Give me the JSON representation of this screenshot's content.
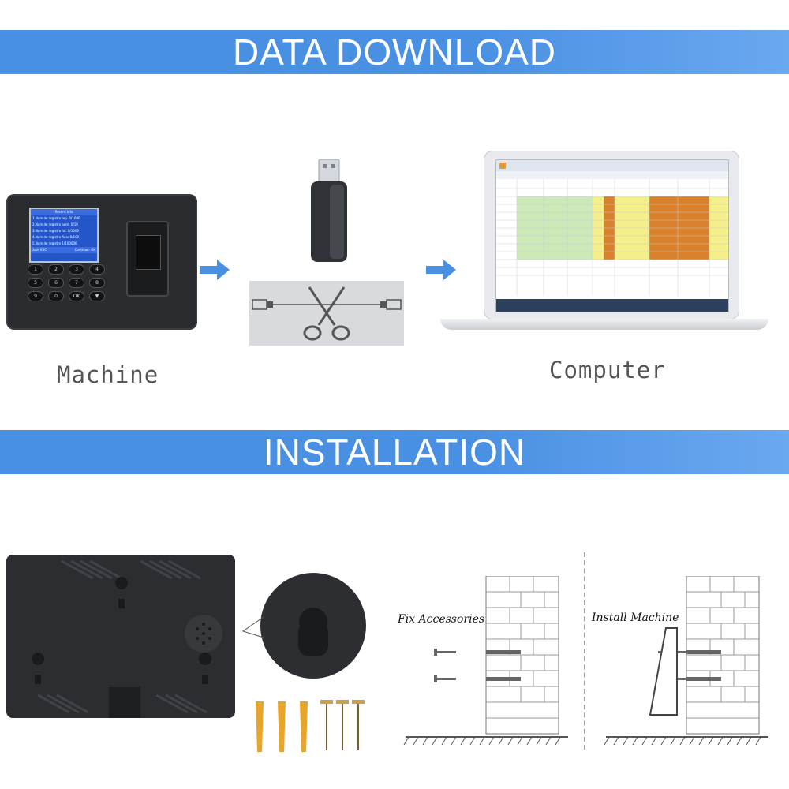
{
  "sections": {
    "download": {
      "title": "DATA DOWNLOAD"
    },
    "installation": {
      "title": "INSTALLATION"
    }
  },
  "labels": {
    "machine": "Machine",
    "computer": "Computer",
    "fix_accessories": "Fix Accessories",
    "install_machine": "Install Machine"
  },
  "lcd": {
    "header": "Record Info",
    "rows": [
      "1.Num de registro rep.   0/1000",
      "2.Num de registro adm.     0/10",
      "3.Num de registro hd.    0/1000",
      "4.Num de registro fixar   0/100",
      "5.Num de registro   1/100000"
    ],
    "footer_left": "Salir ESC",
    "footer_right": "Continue: OK"
  },
  "keypad": [
    "1",
    "2",
    "3",
    "4",
    "5",
    "6",
    "7",
    "8",
    "9",
    "0",
    "OK",
    "▼"
  ],
  "colors": {
    "banner": "#4a90e2",
    "arrow": "#4a90e2",
    "spreadsheet_yellow": "#f4ef8a",
    "spreadsheet_orange": "#d9822b",
    "spreadsheet_green": "#cde9b8"
  },
  "icons": [
    "usb-drive-icon",
    "usb-cable-icon",
    "scissors-icon",
    "arrow-right-icon"
  ]
}
